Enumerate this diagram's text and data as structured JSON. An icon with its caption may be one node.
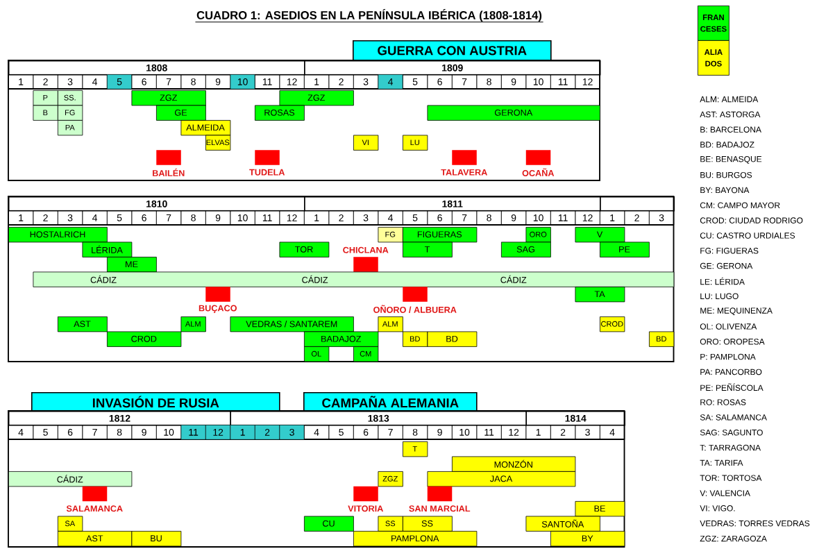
{
  "diagram": {
    "title": "CUADRO 1: ASEDIOS EN LA PENÍNSULA IBÉRICA (1808-1814)",
    "nodes": [
      {
        "text": [
          "GUERRA CON AUSTRIA"
        ]
      },
      {
        "text": [
          "P"
        ]
      },
      {
        "text": [
          "SS."
        ]
      },
      {
        "text": [
          "ZGZ"
        ]
      },
      {
        "text": [
          "ZGZ"
        ]
      },
      {
        "text": [
          "B"
        ]
      },
      {
        "text": [
          "FG"
        ]
      },
      {
        "text": [
          "GE"
        ]
      },
      {
        "text": [
          "ROSAS"
        ]
      },
      {
        "text": [
          "GERONA"
        ]
      },
      {
        "text": [
          "PA"
        ]
      },
      {
        "text": [
          "ALMEIDA"
        ]
      },
      {
        "text": [
          "ELVAS"
        ]
      },
      {
        "text": [
          "VI"
        ]
      },
      {
        "text": [
          "LU"
        ]
      },
      {
        "text": [
          "BAILÉN"
        ]
      },
      {
        "text": [
          "TUDELA"
        ]
      },
      {
        "text": [
          "TALAVERA"
        ]
      },
      {
        "text": [
          "OCAÑA"
        ]
      },
      {
        "text": [
          "HOSTALRICH"
        ]
      },
      {
        "text": [
          "FG"
        ]
      },
      {
        "text": [
          "FIGUERAS"
        ]
      },
      {
        "text": [
          "ORO"
        ]
      },
      {
        "text": [
          "V"
        ]
      },
      {
        "text": [
          "CHICLANA"
        ]
      },
      {
        "text": [
          "LÉRIDA"
        ]
      },
      {
        "text": [
          "TOR"
        ]
      },
      {
        "text": [
          "T"
        ]
      },
      {
        "text": [
          "SAG"
        ]
      },
      {
        "text": [
          "PE"
        ]
      },
      {
        "text": [
          "ME"
        ]
      },
      {
        "text": [
          "CÁDIZ",
          "CÁDIZ",
          "CÁDIZ"
        ]
      },
      {
        "text": [
          "BUÇACO"
        ]
      },
      {
        "text": [
          "OÑORO / ALBUERA"
        ]
      },
      {
        "text": [
          "TA"
        ]
      },
      {
        "text": [
          "AST"
        ]
      },
      {
        "text": [
          "ALM"
        ]
      },
      {
        "text": [
          "VEDRAS / SANTAREM"
        ]
      },
      {
        "text": [
          "ALM"
        ]
      },
      {
        "text": [
          "CROD"
        ]
      },
      {
        "text": [
          "CROD"
        ]
      },
      {
        "text": [
          "BADAJOZ"
        ]
      },
      {
        "text": [
          "BD"
        ]
      },
      {
        "text": [
          "BD"
        ]
      },
      {
        "text": [
          "BD"
        ]
      },
      {
        "text": [
          "OL"
        ]
      },
      {
        "text": [
          "CM"
        ]
      },
      {
        "text": [
          "INVASIÓN DE RUSIA"
        ]
      },
      {
        "text": [
          "CAMPAÑA ALEMANIA"
        ]
      },
      {
        "text": [
          "T"
        ]
      },
      {
        "text": [
          "MONZÓN"
        ]
      },
      {
        "text": [
          "CÁDIZ"
        ]
      },
      {
        "text": [
          "ZGZ"
        ]
      },
      {
        "text": [
          "JACA"
        ]
      },
      {
        "text": [
          "SALAMANCA"
        ]
      },
      {
        "text": [
          "VITORIA"
        ]
      },
      {
        "text": [
          "SAN MARCIAL"
        ]
      },
      {
        "text": [
          "BE"
        ]
      },
      {
        "text": [
          "SA"
        ]
      },
      {
        "text": [
          "CU"
        ]
      },
      {
        "text": [
          "SS"
        ]
      },
      {
        "text": [
          "SS"
        ]
      },
      {
        "text": [
          "SANTOÑA"
        ]
      },
      {
        "text": [
          "AST"
        ]
      },
      {
        "text": [
          "BU"
        ]
      },
      {
        "text": [
          "PAMPLONA"
        ]
      },
      {
        "text": [
          "BY"
        ]
      }
    ],
    "labels": [
      "1808",
      "1809",
      "1",
      "2",
      "3",
      "4",
      "5",
      "6",
      "7",
      "8",
      "9",
      "10",
      "11",
      "12",
      "1",
      "2",
      "3",
      "4",
      "5",
      "6",
      "7",
      "8",
      "9",
      "10",
      "11",
      "12",
      "1810",
      "1811",
      "1",
      "2",
      "3",
      "4",
      "5",
      "6",
      "7",
      "8",
      "9",
      "10",
      "11",
      "12",
      "1",
      "2",
      "3",
      "4",
      "5",
      "6",
      "7",
      "8",
      "9",
      "10",
      "11",
      "12",
      "1",
      "2",
      "3",
      "1812",
      "1813",
      "1814",
      "4",
      "5",
      "6",
      "7",
      "8",
      "9",
      "10",
      "11",
      "12",
      "1",
      "2",
      "3",
      "4",
      "5",
      "6",
      "7",
      "8",
      "9",
      "10",
      "11",
      "12",
      "1",
      "2",
      "3",
      "4",
      "ALM: ALMEIDA",
      "AST: ASTORGA",
      "B: BARCELONA",
      "BD: BADAJOZ",
      "BE: BENASQUE",
      "BU: BURGOS",
      "BY: BAYONA",
      "CM: CAMPO MAYOR",
      "CROD: CIUDAD RODRIGO",
      "CU: CASTRO URDIALES",
      "FG: FIGUERAS",
      "GE: GERONA",
      "LE: LÉRIDA",
      "LU: LUGO",
      "ME: MEQUINENZA",
      "OL: OLIVENZA",
      "ORO: OROPESA",
      "P: PAMPLONA",
      "PA: PANCORBO",
      "PE: PEÑÍSCOLA",
      "RO: ROSAS",
      "SA: SALAMANCA",
      "SAG: SAGUNTO",
      "T: TARRAGONA",
      "TA: TARIFA",
      "TOR: TORTOSA",
      "V: VALENCIA",
      "VI: VIGO.",
      "VEDRAS: TORRES VEDRAS",
      "ZGZ: ZARAGOZA"
    ],
    "legend": [
      {
        "text": "FRAN CESES",
        "color": "#00ff00"
      },
      {
        "text": "ALIA DOS",
        "color": "#ffff00"
      }
    ]
  }
}
